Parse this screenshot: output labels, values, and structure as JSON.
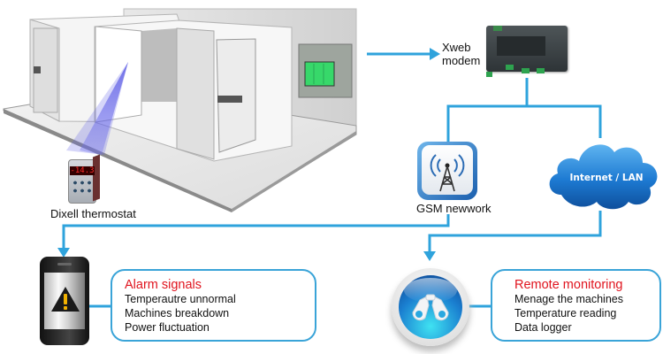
{
  "colors": {
    "connector": "#2fa3dc",
    "title_red": "#e0141e",
    "text": "#111111",
    "box_border": "#3aa4d8",
    "cloud_blue": "#1f7fd0",
    "thermostat_display": "#e51a2a"
  },
  "nodes": {
    "cold_room": {
      "icon": "cold-room-illustration"
    },
    "thermostat": {
      "label": "Dixell thermostat",
      "display_value": "-14.3",
      "icon": "thermostat-icon"
    },
    "modem": {
      "label_line1": "Xweb",
      "label_line2": "modem",
      "icon": "modem-icon"
    },
    "gsm": {
      "label": "GSM newwork",
      "icon": "cell-tower-icon"
    },
    "internet": {
      "label": "Internet / LAN",
      "icon": "cloud-icon"
    },
    "phone": {
      "icon": "smartphone-warning-icon"
    },
    "remote": {
      "icon": "binoculars-icon"
    }
  },
  "alarm_box": {
    "title": "Alarm signals",
    "items": [
      "Temperautre unnormal",
      "Machines breakdown",
      "Power fluctuation"
    ]
  },
  "remote_box": {
    "title": "Remote monitoring",
    "items": [
      "Menage the machines",
      "Temperature reading",
      "Data logger"
    ]
  }
}
